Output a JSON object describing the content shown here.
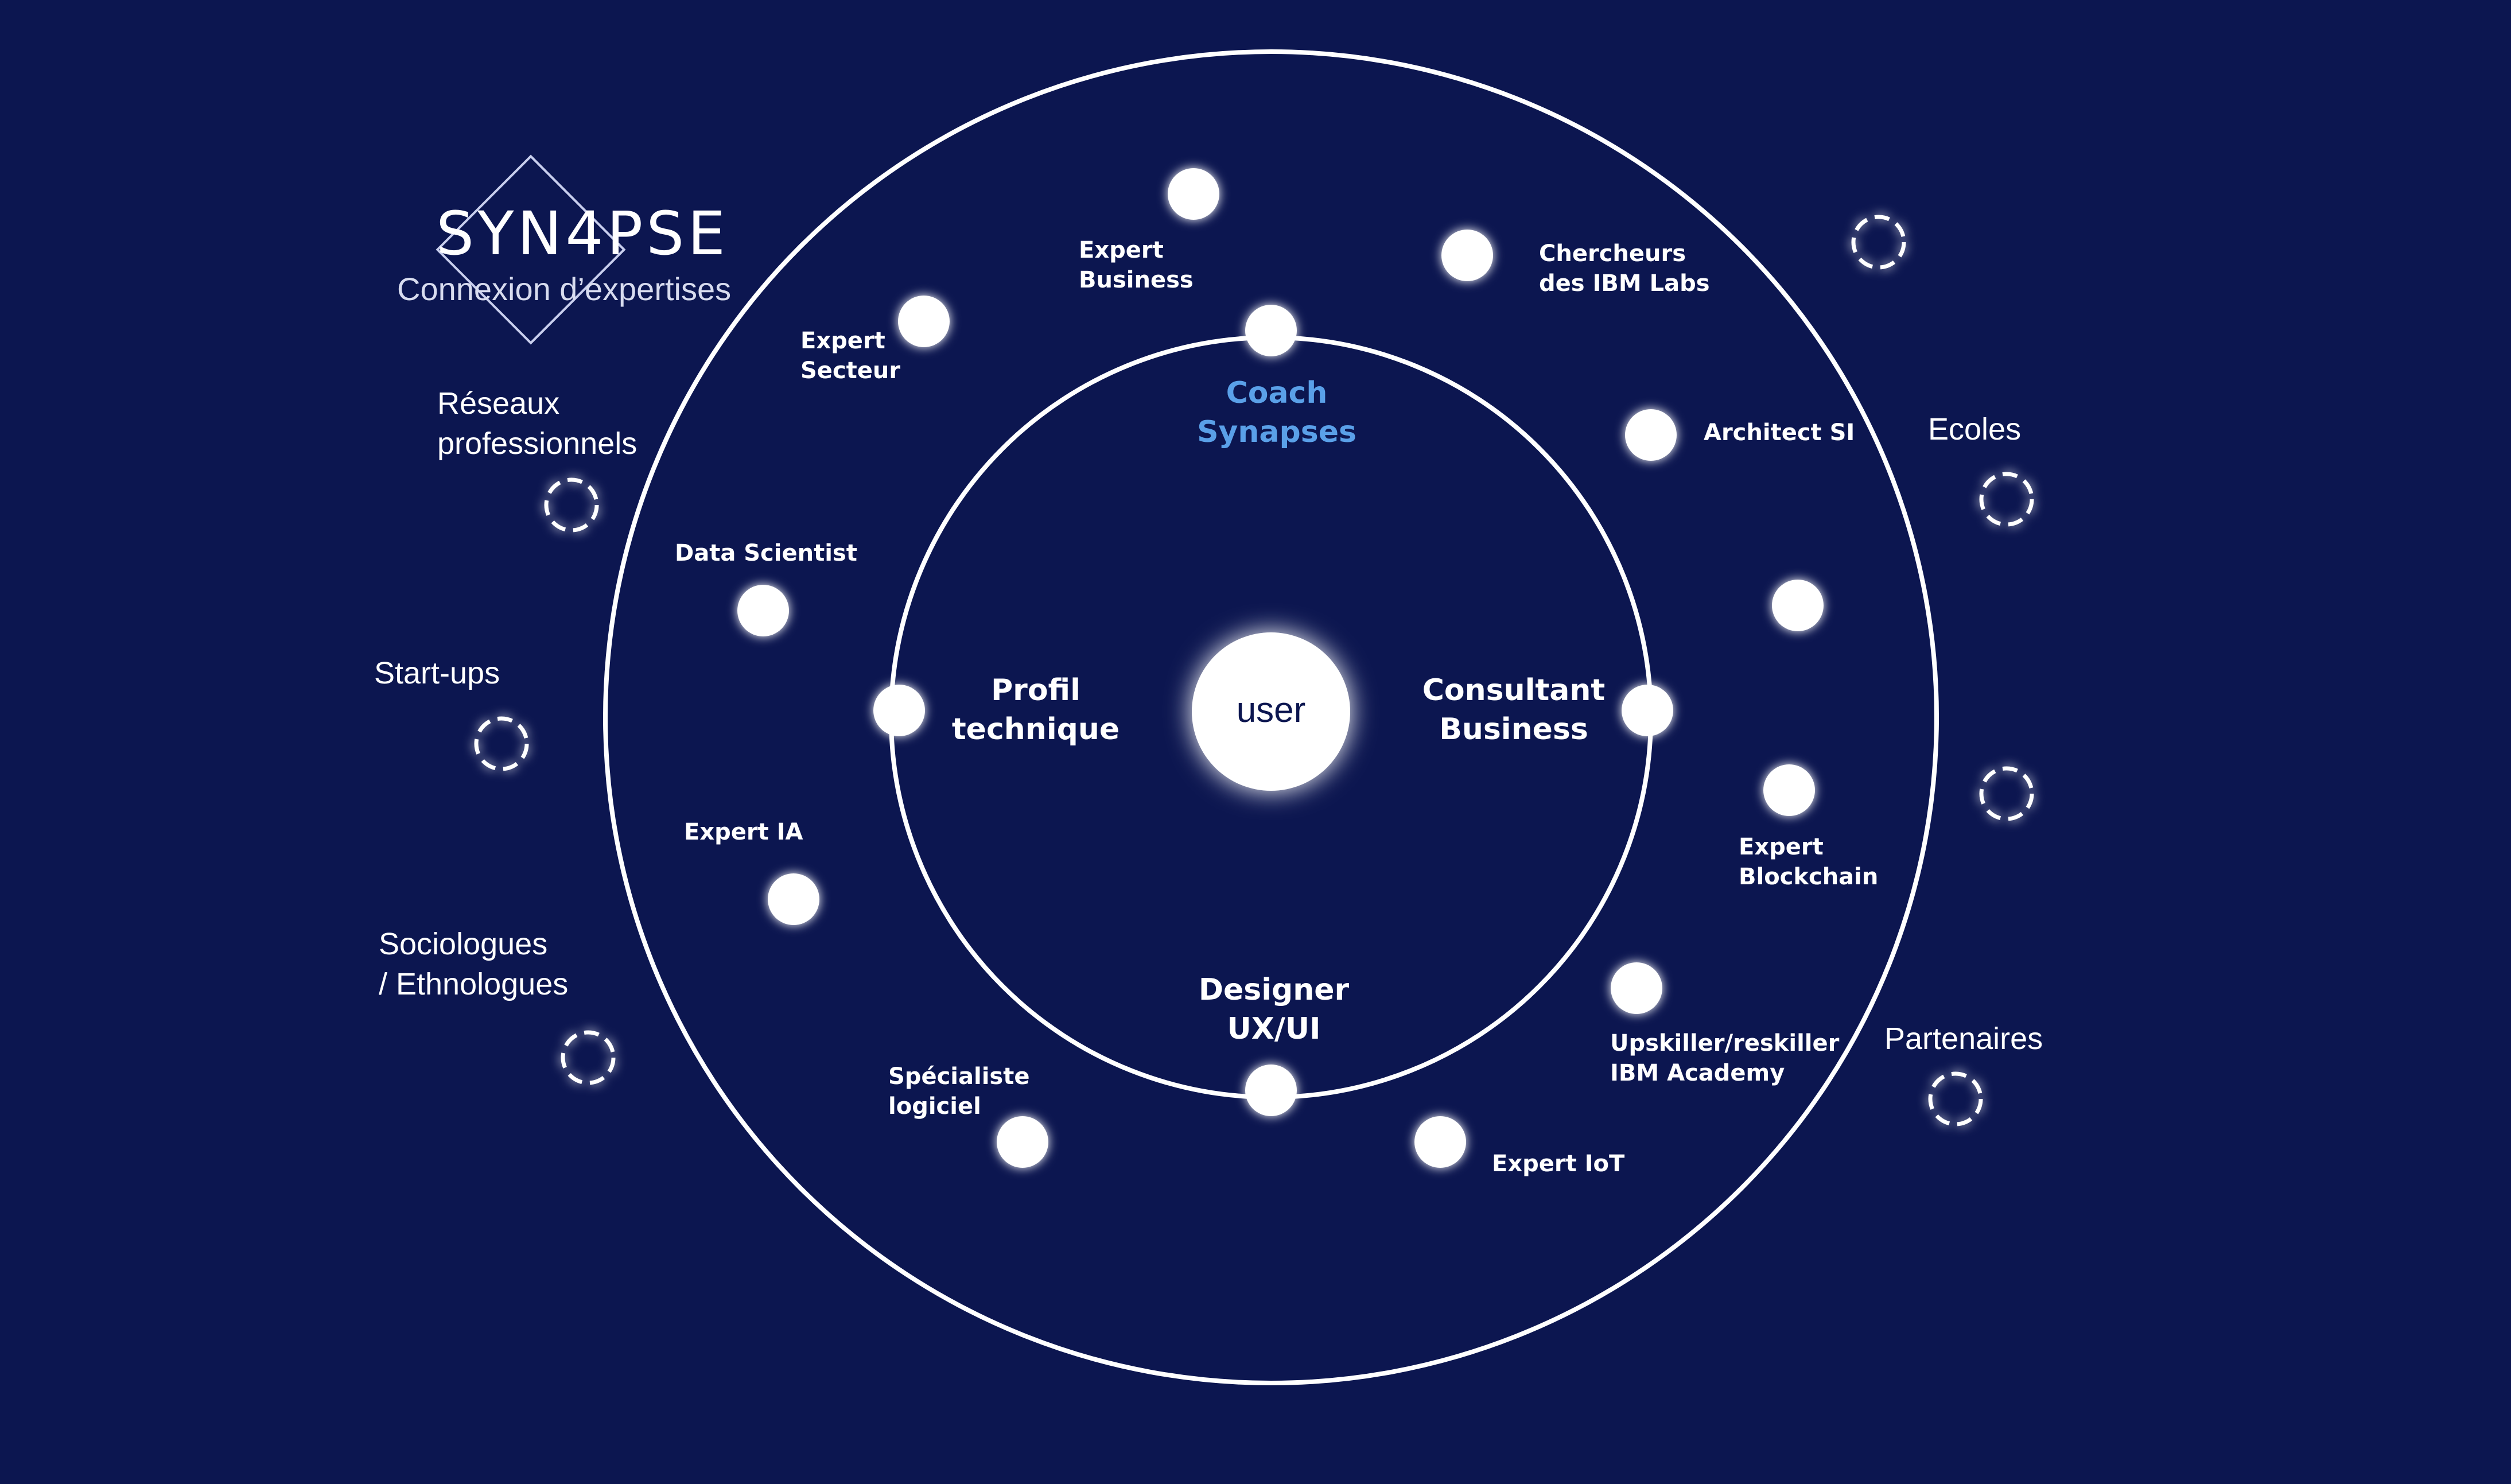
{
  "logo": {
    "title": "SYN4PSE",
    "subtitle": "Connexion d’expertises"
  },
  "center": {
    "label": "user"
  },
  "inner_ring": {
    "coach": "Coach\nSynapses",
    "profil": "Profil\ntechnique",
    "consultant": "Consultant\nBusiness",
    "designer": "Designer\nUX/UI"
  },
  "experts": {
    "expert_business": "Expert\nBusiness",
    "chercheurs": "Chercheurs\ndes IBM Labs",
    "expert_secteur": "Expert\nSecteur",
    "architect": "Architect SI",
    "data_scientist": "Data Scientist",
    "expert_ia": "Expert IA",
    "expert_blockchain": "Expert\nBlockchain",
    "upskiller": "Upskiller/reskiller\nIBM Academy",
    "specialiste": "Spécialiste\nlogiciel",
    "expert_iot": "Expert IoT"
  },
  "external": {
    "reseaux": "Réseaux\nprofessionnels",
    "startups": "Start-ups",
    "sociologues": "Sociologues\n/ Ethnologues",
    "ecoles": "Ecoles",
    "partenaires": "Partenaires"
  },
  "colors": {
    "background": "#0c1650",
    "ring": "#ffffff",
    "node": "#ffffff",
    "coach_text": "#5aa0e8"
  }
}
